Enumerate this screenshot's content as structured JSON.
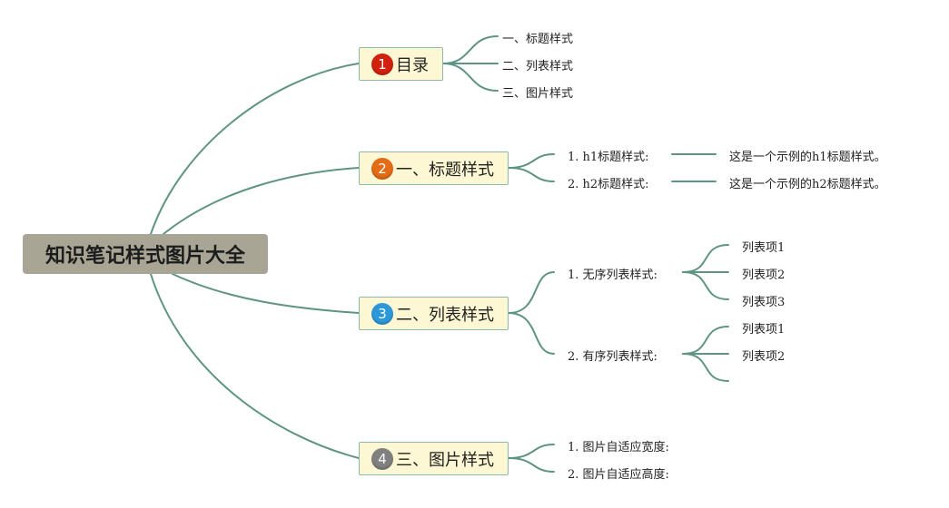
{
  "colors": {
    "line": "#5f9484",
    "root_bg": "#a8a595",
    "topic_bg": "#fdf7d3",
    "topic_border": "#8fb8a8",
    "badge_1": "#d2200e",
    "badge_2": "#e36c16",
    "badge_3": "#2d98d8",
    "badge_4": "#808080"
  },
  "root": {
    "label": "知识笔记样式图片大全"
  },
  "topics": [
    {
      "badge": "1",
      "label": "目录",
      "children": [
        "一、标题样式",
        "二、列表样式",
        "三、图片样式"
      ]
    },
    {
      "badge": "2",
      "label": "一、标题样式",
      "children": [
        {
          "label": "1. h1标题样式:",
          "detail": "这是一个示例的h1标题样式。"
        },
        {
          "label": "2. h2标题样式:",
          "detail": "这是一个示例的h2标题样式。"
        }
      ]
    },
    {
      "badge": "3",
      "label": "二、列表样式",
      "children": [
        {
          "label": "1. 无序列表样式:",
          "items": [
            "列表项1",
            "列表项2",
            "列表项3"
          ]
        },
        {
          "label": "2. 有序列表样式:",
          "items": [
            "列表项1",
            "列表项2",
            ""
          ]
        }
      ]
    },
    {
      "badge": "4",
      "label": "三、图片样式",
      "children": [
        "1. 图片自适应宽度:",
        "2. 图片自适应高度:"
      ]
    }
  ]
}
